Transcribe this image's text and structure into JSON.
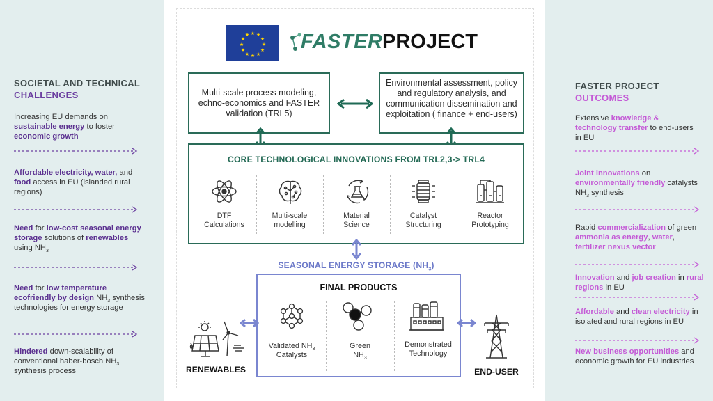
{
  "colors": {
    "side_bg": "#e3eeee",
    "purple_dark": "#5a2f8f",
    "purple_light": "#c45ad6",
    "green": "#2a6b58",
    "periwinkle": "#7a86d0",
    "eu_blue": "#1f3f99",
    "eu_star": "#ffd400"
  },
  "header": {
    "faster": "FASTER",
    "project": "PROJECT"
  },
  "left": {
    "title1": "SOCIETAL AND TECHNICAL",
    "title2": "CHALLENGES",
    "items": {
      "i1": {
        "a": "Increasing EU demands on ",
        "b": "sustainable energy",
        "c": " to foster ",
        "d": "economic growth"
      },
      "i2": {
        "a": "Affordable electricity, water,",
        "b": " and ",
        "c": "food",
        "d": " access in EU (islanded rural regions)"
      },
      "i3": {
        "a": "Need",
        "b": " for ",
        "c": "low-cost seasonal energy storage",
        "d": " solutions of ",
        "e": "renewables",
        "f": " using NH",
        "g": "3"
      },
      "i4": {
        "a": "Need",
        "b": " for ",
        "c": "low temperature ecofriendly by design",
        "d": " NH",
        "e": "3",
        "f": " synthesis technologies for energy storage"
      },
      "i5": {
        "a": "Hindered",
        "b": " down-scalability of conventional haber-bosch NH",
        "c": "3",
        "d": " synthesis process"
      }
    }
  },
  "right": {
    "title1": "FASTER PROJECT",
    "title2": "OUTCOMES",
    "items": {
      "i1": {
        "a": "Extensive ",
        "b": "knowledge & technology transfer",
        "c": " to end-users in EU"
      },
      "i2": {
        "a": "Joint innovations",
        "b": " on ",
        "c": "environmentally friendly",
        "d": " catalysts NH",
        "e": "3",
        "f": " synthesis"
      },
      "i3": {
        "a": "Rapid ",
        "b": "commercialization",
        "c": " of green ",
        "d": "ammonia as energy",
        "e": ", ",
        "f": "water",
        "g": ", ",
        "h": "fertilizer nexus vector"
      },
      "i4": {
        "a": "Innovation",
        "b": " and ",
        "c": "job creation",
        "d": " in ",
        "e": "rural regions",
        "f": " in EU"
      },
      "i5": {
        "a": "Affordable",
        "b": " and ",
        "c": "clean electricity",
        "d": " in isolated and rural regions in EU"
      },
      "i6": {
        "a": "New business opportunities",
        "b": " and economic growth for EU industries"
      }
    }
  },
  "top_boxes": {
    "left": "Multi-scale process modeling, echno-economics and FASTER validation (TRL5)",
    "right": "Environmental assessment, policy and regulatory analysis, and communication dissemination and exploitation ( finance + end-users)"
  },
  "core": {
    "title": "CORE TECHNOLOGICAL INNOVATIONS FROM TRL2,3-> TRL4",
    "items": [
      {
        "label1": "DTF",
        "label2": "Calculations",
        "icon": "atom-icon"
      },
      {
        "label1": "Multi-scale",
        "label2": "modelling",
        "icon": "brain-icon"
      },
      {
        "label1": "Material",
        "label2": "Science",
        "icon": "flask-cycle-icon"
      },
      {
        "label1": "Catalyst",
        "label2": "Structuring",
        "icon": "catalyst-icon"
      },
      {
        "label1": "Reactor",
        "label2": "Prototyping",
        "icon": "reactor-icon"
      }
    ]
  },
  "storage": {
    "title": "SEASONAL ENERGY STORAGE (NH",
    "sub": "3",
    "close": ")"
  },
  "final": {
    "title": "FINAL PRODUCTS",
    "items": [
      {
        "label1": "Validated NH",
        "sub": "3",
        "label2": "Catalysts",
        "icon": "molecule-network-icon"
      },
      {
        "label1": "Green",
        "label2": "NH",
        "sub": "3",
        "icon": "ammonia-molecule-icon"
      },
      {
        "label1": "Demonstrated",
        "label2": "Technology",
        "icon": "factory-icon"
      }
    ]
  },
  "renewables": "RENEWABLES",
  "enduser": "END-USER"
}
